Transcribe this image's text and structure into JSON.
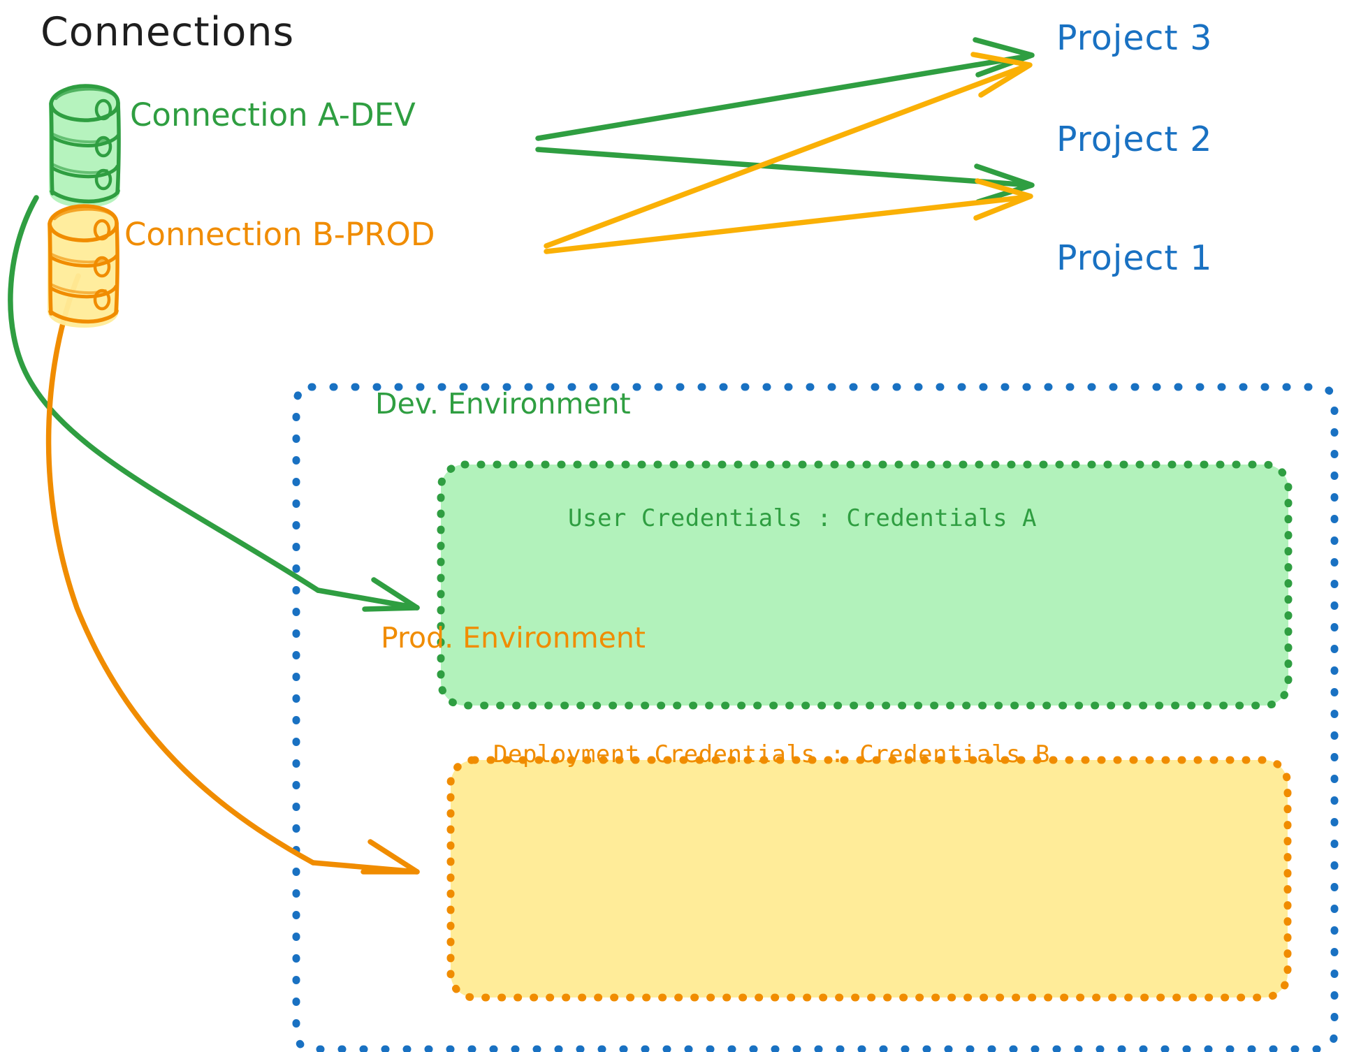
{
  "diagram": {
    "title": "Connections",
    "colors": {
      "green_stroke": "#2f9e41",
      "green_fill": "#b2f2bb",
      "orange_stroke": "#f08c00",
      "orange_fill": "#ffec99",
      "blue": "#1971c2",
      "black": "#1e1e1e"
    },
    "connections": [
      {
        "id": "connection-a-dev",
        "label": "Connection A-DEV",
        "icon": "database-cylinder-icon",
        "color": "#2f9e41"
      },
      {
        "id": "connection-b-prod",
        "label": "Connection B-PROD",
        "icon": "database-cylinder-icon",
        "color": "#f08c00"
      }
    ],
    "projects": [
      {
        "id": "project-3",
        "label": "Project 3"
      },
      {
        "id": "project-2",
        "label": "Project 2"
      },
      {
        "id": "project-1",
        "label": "Project 1"
      }
    ],
    "project_1_environments": [
      {
        "id": "dev-environment",
        "label": "Dev. Environment",
        "credentials": "User Credentials : Credentials A",
        "color": "#2f9e41",
        "fill": "#b2f2bb"
      },
      {
        "id": "prod-environment",
        "label": "Prod. Environment",
        "credentials": "Deployment Credentials : Credentials B",
        "color": "#f08c00",
        "fill": "#ffec99"
      }
    ],
    "edges": [
      {
        "from": "connection-a-dev",
        "to": "project-3",
        "color": "#2f9e41"
      },
      {
        "from": "connection-a-dev",
        "to": "project-2",
        "color": "#2f9e41"
      },
      {
        "from": "connection-a-dev",
        "to": "dev-environment",
        "color": "#2f9e41"
      },
      {
        "from": "connection-b-prod",
        "to": "project-3",
        "color": "#f08c00"
      },
      {
        "from": "connection-b-prod",
        "to": "project-2",
        "color": "#f08c00"
      },
      {
        "from": "connection-b-prod",
        "to": "prod-environment",
        "color": "#f08c00"
      }
    ]
  }
}
